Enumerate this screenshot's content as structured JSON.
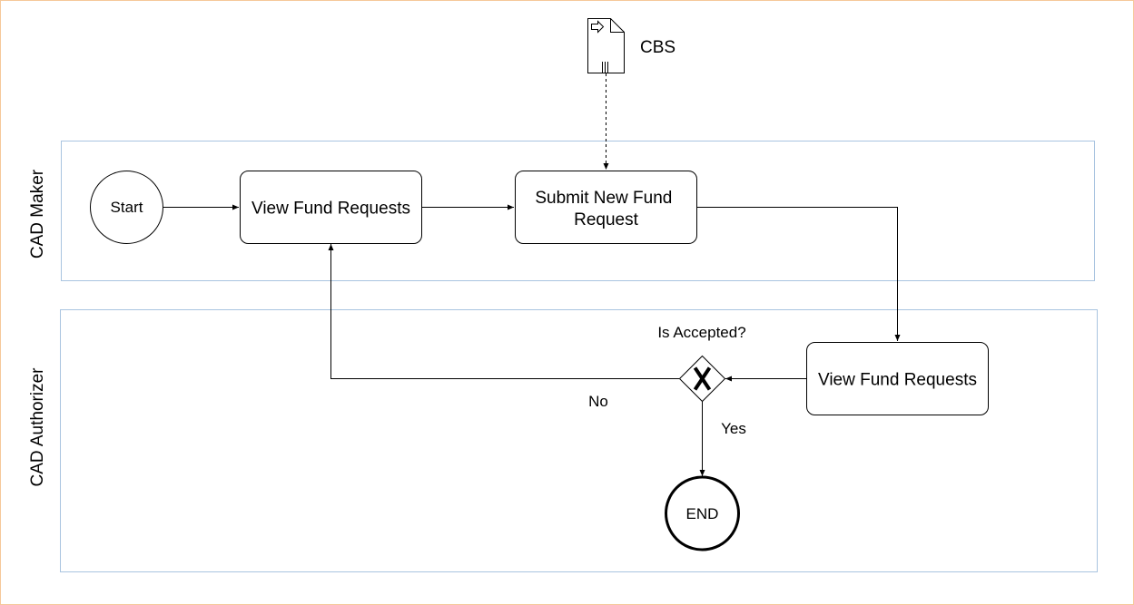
{
  "lanes": {
    "maker": {
      "label": "CAD Maker"
    },
    "authorizer": {
      "label": "CAD Authorizer"
    }
  },
  "nodes": {
    "start": {
      "label": "Start"
    },
    "view_fund_requests_maker": {
      "label": "View Fund Requests"
    },
    "submit_new_fund_request": {
      "line1": "Submit New Fund",
      "line2": "Request"
    },
    "view_fund_requests_authorizer": {
      "label": "View Fund Requests"
    },
    "gateway": {
      "label": "Is Accepted?"
    },
    "end": {
      "label": "END"
    },
    "cbs": {
      "label": "CBS"
    }
  },
  "edges": {
    "no": {
      "label": "No"
    },
    "yes": {
      "label": "Yes"
    }
  },
  "colors": {
    "lane_border": "#a9c4e0",
    "frame_border": "#f5c89a",
    "stroke": "#000000"
  }
}
